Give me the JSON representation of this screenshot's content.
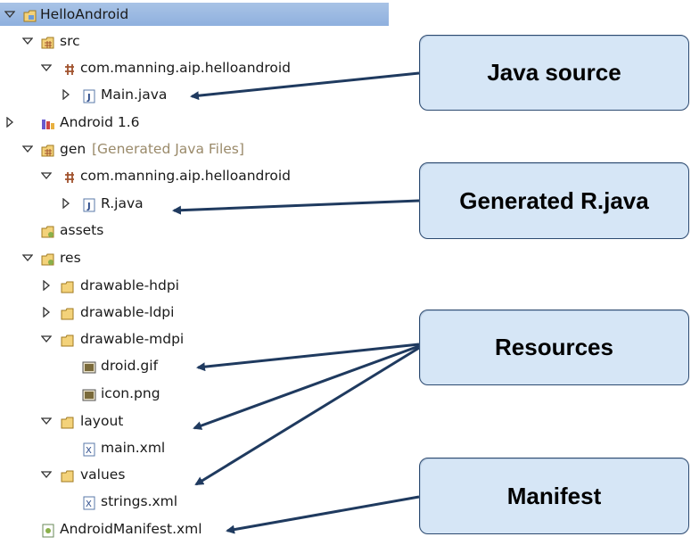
{
  "tree": {
    "project": "HelloAndroid",
    "src": "src",
    "src_package": "com.manning.aip.helloandroid",
    "main_java": "Main.java",
    "android_lib": "Android 1.6",
    "gen": "gen",
    "gen_note": "[Generated Java Files]",
    "gen_package": "com.manning.aip.helloandroid",
    "r_java": "R.java",
    "assets": "assets",
    "res": "res",
    "drawable_hdpi": "drawable-hdpi",
    "drawable_ldpi": "drawable-ldpi",
    "drawable_mdpi": "drawable-mdpi",
    "droid_gif": "droid.gif",
    "icon_png": "icon.png",
    "layout": "layout",
    "main_xml": "main.xml",
    "values": "values",
    "strings_xml": "strings.xml",
    "manifest": "AndroidManifest.xml"
  },
  "callouts": {
    "java_source": "Java source",
    "generated_r": "Generated R.java",
    "resources": "Resources",
    "manifest": "Manifest"
  },
  "colors": {
    "callout_fill": "#d6e6f6",
    "callout_border": "#2c4a70",
    "arrow": "#1f3a5f",
    "selection": "#9db9e2"
  }
}
